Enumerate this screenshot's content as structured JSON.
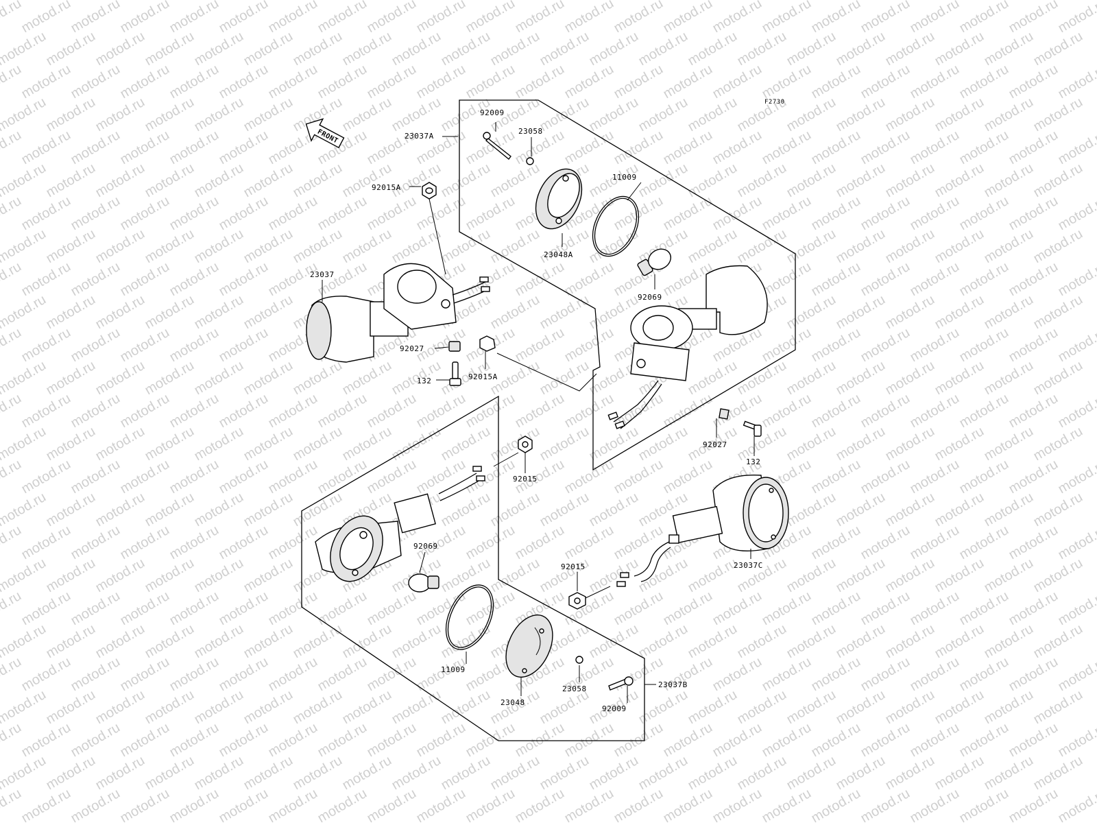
{
  "figure_code": "F2730",
  "front_arrow_label": "FRONT",
  "watermark_text": "motod.ru",
  "labels": {
    "p92009_top": "92009",
    "p23058_top": "23058",
    "p23037A": "23037A",
    "p11009_top": "11009",
    "p92015A_top": "92015A",
    "p23048A": "23048A",
    "p23037": "23037",
    "p92069_top": "92069",
    "p92027_left": "92027",
    "p92015A_mid": "92015A",
    "p132_left": "132",
    "p92027_right": "92027",
    "p132_right": "132",
    "p92015_mid": "92015",
    "p92069_bot": "92069",
    "p23037C": "23037C",
    "p92015_bot": "92015",
    "p11009_bot": "11009",
    "p23058_bot": "23058",
    "p23048": "23048",
    "p92009_bot": "92009",
    "p23037B": "23037B"
  }
}
